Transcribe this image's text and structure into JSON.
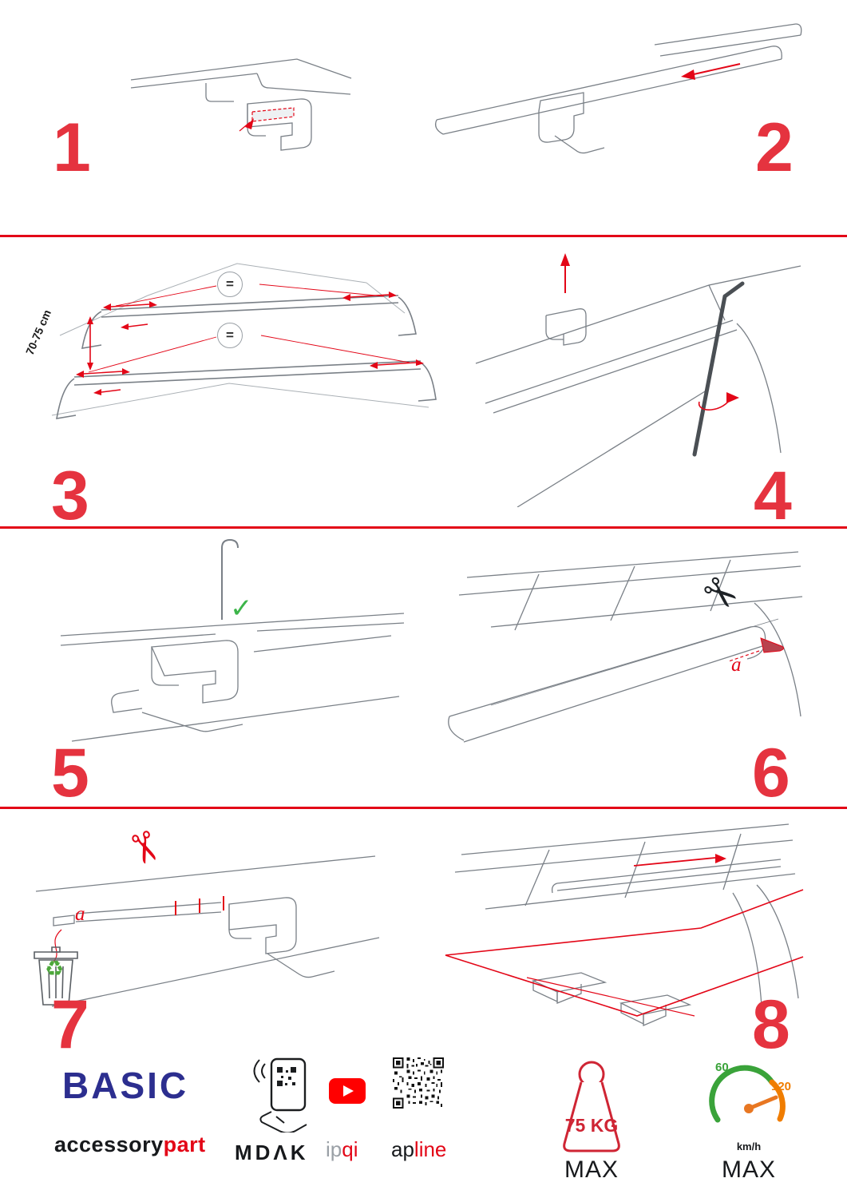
{
  "page": {
    "colors": {
      "accent_red": "#e30617",
      "number_red": "#e5333f",
      "brand_blue": "#2c2e8f",
      "check_green": "#3db54a",
      "recycle_green": "#4ea83c",
      "gauge_green": "#3aa33a",
      "gauge_orange": "#f07d00",
      "youtube_red": "#ff0000",
      "weight_red": "#cf2534"
    }
  },
  "steps": [
    {
      "number": "1"
    },
    {
      "number": "2"
    },
    {
      "number": "3",
      "distance_label": "70-75 cm",
      "equal_top": "=",
      "equal_bottom": "="
    },
    {
      "number": "4"
    },
    {
      "number": "5",
      "check_glyph": "✓"
    },
    {
      "number": "6",
      "scissors_glyph": "✂",
      "part_label": "a"
    },
    {
      "number": "7",
      "scissors_glyph": "✂",
      "part_label": "a",
      "recycle_glyph": "♻"
    },
    {
      "number": "8"
    }
  ],
  "footer": {
    "brand": {
      "title": "BASIC",
      "sub_black": "accessory",
      "sub_red": "part"
    },
    "partners": {
      "mdak": "MDΛK",
      "ipqi_gray": "ip",
      "ipqi_red": "qi",
      "apline_black": "ap",
      "apline_red": "line"
    },
    "weight": {
      "value": "75 KG",
      "max_label": "MAX"
    },
    "speed": {
      "low": "60",
      "high": "120",
      "unit": "km/h",
      "max_label": "MAX"
    }
  }
}
